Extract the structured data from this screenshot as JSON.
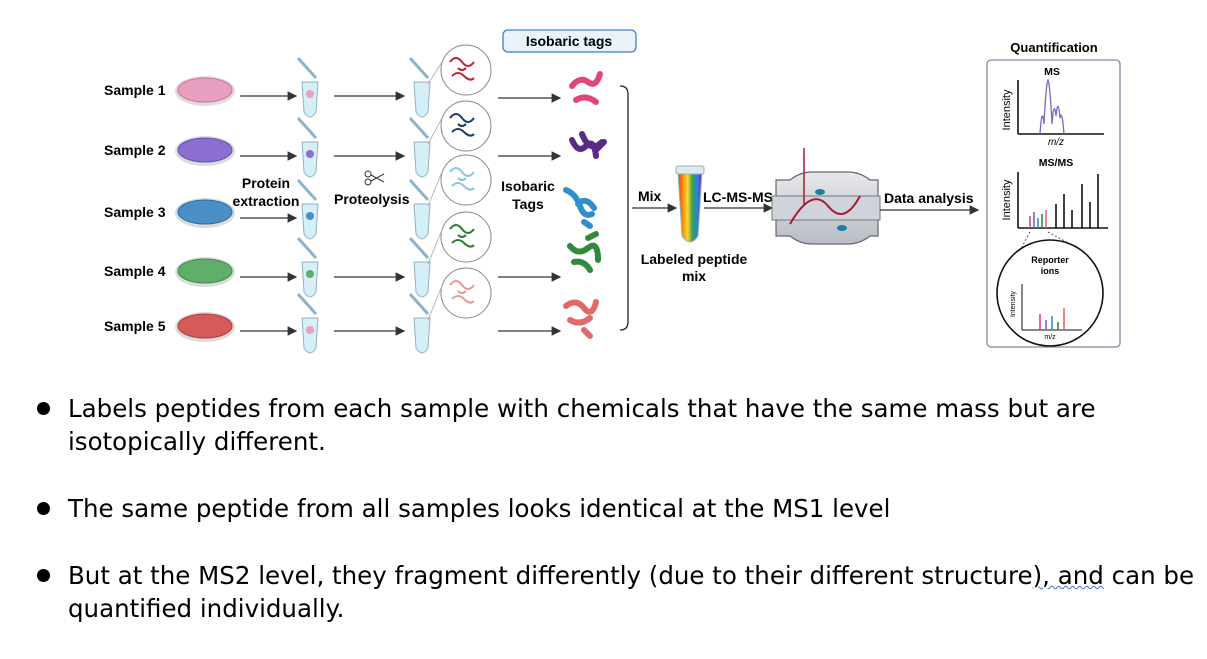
{
  "samples": [
    "Sample 1",
    "Sample 2",
    "Sample 3",
    "Sample 4",
    "Sample 5"
  ],
  "sample_colors": [
    "#e9a0c0",
    "#8b6fd0",
    "#4a8fc8",
    "#5fae6a",
    "#d55a5a"
  ],
  "steps": {
    "protein_extraction": [
      "Protein",
      "extraction"
    ],
    "proteolysis": "Proteolysis",
    "isobaric_tags_box": "Isobaric tags",
    "isobaric_tags_label": [
      "Isobaric",
      "Tags"
    ],
    "mix": "Mix",
    "lcmsms": "LC-MS-MS",
    "labeled_peptide_mix": [
      "Labeled peptide",
      "mix"
    ],
    "data_analysis": "Data analysis"
  },
  "peptide_colors": [
    "#e0457f",
    "#5b2a86",
    "#2f8fc8",
    "#2e8b3a",
    "#e06a6a"
  ],
  "quantification": {
    "title": "Quantification",
    "ms_label": "MS",
    "msms_label": "MS/MS",
    "y_axis": "Intensity",
    "x_axis": "m/z",
    "reporter_title": [
      "Reporter",
      "ions"
    ],
    "reporter_y_axis": "Intensity",
    "reporter_x_axis": "m/z"
  },
  "bullets": [
    {
      "text": "Labels peptides from each sample with chemicals that have the same mass but are isotopically different."
    },
    {
      "text": "The same peptide from all samples looks identical at the MS1 level"
    },
    {
      "text_main": "But at the MS2 level, they fragment differently (due to their different structure",
      "text_underlined": "), and",
      "text_tail": " can be quantified individually."
    }
  ]
}
